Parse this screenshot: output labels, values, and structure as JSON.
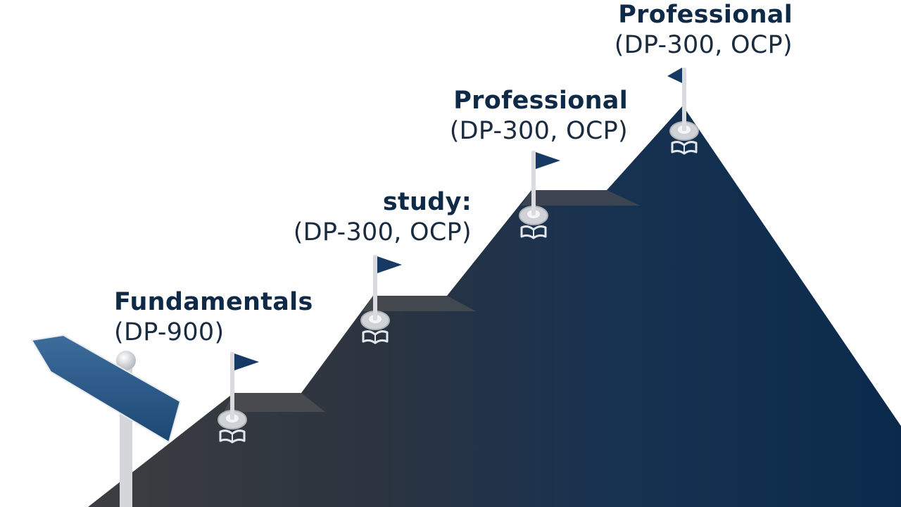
{
  "steps": [
    {
      "title": "Fundamentals",
      "subtitle": "(DP-900)"
    },
    {
      "title": "study:",
      "subtitle": "(DP-300, OCP)"
    },
    {
      "title": "Professional",
      "subtitle": "(DP-300, OCP)"
    },
    {
      "title": "Professional",
      "subtitle": "(DP-300, OCP)"
    }
  ],
  "signpost": {
    "text": ""
  },
  "colors": {
    "mountain_dark": "#0c2a4c",
    "mountain_gray": "#3b3d40",
    "flag": "#163a63",
    "pole": "#d6d8da",
    "text": "#0e2a47"
  },
  "icons": {
    "milestone": "book-icon",
    "marker": "flag-icon"
  }
}
